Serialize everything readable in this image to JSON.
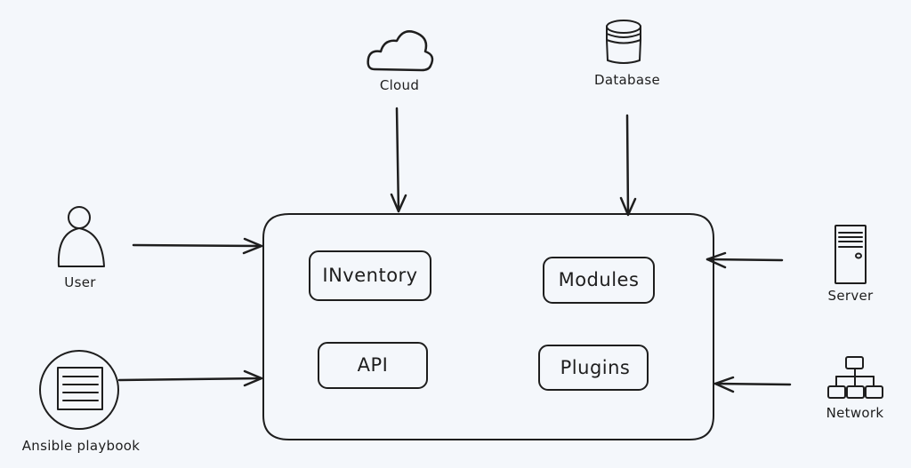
{
  "diagram": {
    "title": "Ansible architecture",
    "core": {
      "components": [
        {
          "id": "inventory",
          "label": "INventory"
        },
        {
          "id": "modules",
          "label": "Modules"
        },
        {
          "id": "api",
          "label": "API"
        },
        {
          "id": "plugins",
          "label": "Plugins"
        }
      ]
    },
    "external_nodes": [
      {
        "id": "cloud",
        "label": "Cloud",
        "icon": "cloud-icon",
        "direction": "into-core-top"
      },
      {
        "id": "database",
        "label": "Database",
        "icon": "database-icon",
        "direction": "into-core-top"
      },
      {
        "id": "user",
        "label": "User",
        "icon": "user-icon",
        "direction": "into-core-left"
      },
      {
        "id": "playbook",
        "label": "Ansible playbook",
        "icon": "document-icon",
        "direction": "into-core-left"
      },
      {
        "id": "server",
        "label": "Server",
        "icon": "server-icon",
        "direction": "into-core-right"
      },
      {
        "id": "network",
        "label": "Network",
        "icon": "network-icon",
        "direction": "into-core-right"
      }
    ],
    "edges": [
      {
        "from": "cloud",
        "to": "core"
      },
      {
        "from": "database",
        "to": "core"
      },
      {
        "from": "user",
        "to": "core"
      },
      {
        "from": "playbook",
        "to": "core"
      },
      {
        "from": "server",
        "to": "core"
      },
      {
        "from": "network",
        "to": "core"
      }
    ],
    "colors": {
      "background": "#f4f7fb",
      "stroke": "#1e1e1e"
    }
  }
}
